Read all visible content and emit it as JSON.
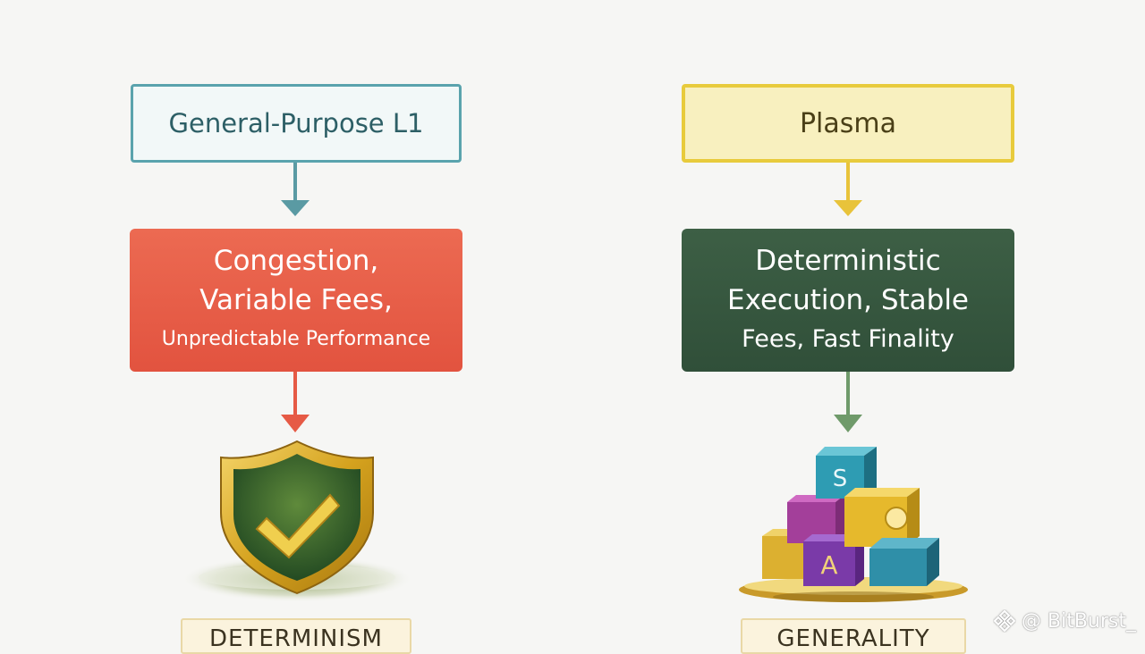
{
  "left": {
    "top_label": "General-Purpose L1",
    "mid_lines": [
      "Congestion,",
      "Variable Fees,",
      "Unpredictable Performance"
    ],
    "bottom_label": "DETERMINISM",
    "icon": "shield-check-icon",
    "colors": {
      "top_border": "#5aa3ad",
      "mid_fill": "#e65a45",
      "arrow": "#e65a45"
    }
  },
  "right": {
    "top_label": "Plasma",
    "mid_lines": [
      "Deterministic",
      "Execution, Stable",
      "Fees, Fast Finality"
    ],
    "bottom_label": "GENERALITY",
    "icon": "stacked-blocks-icon",
    "colors": {
      "top_border": "#e8cb3c",
      "mid_fill": "#355740",
      "arrow": "#6f9a6a"
    }
  },
  "watermark": {
    "text": "@ BitBurst_",
    "icon": "binance-logo-icon"
  }
}
